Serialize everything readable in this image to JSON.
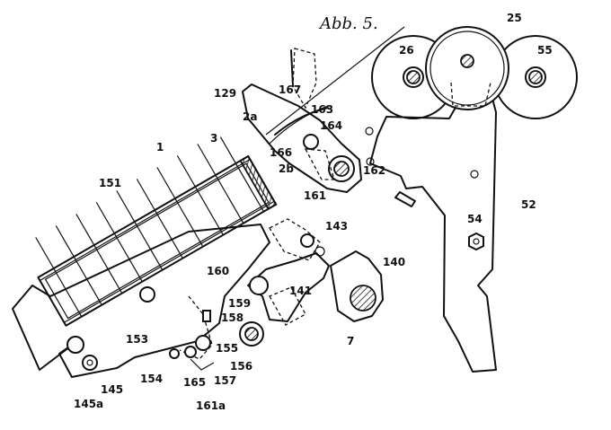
{
  "figure": {
    "title": "Abb. 5.",
    "labels": [
      {
        "id": "l25",
        "text": "25"
      },
      {
        "id": "l26",
        "text": "26"
      },
      {
        "id": "l55",
        "text": "55"
      },
      {
        "id": "l129",
        "text": "129"
      },
      {
        "id": "l167",
        "text": "167"
      },
      {
        "id": "l163",
        "text": "163"
      },
      {
        "id": "l2a",
        "text": "2a"
      },
      {
        "id": "l164",
        "text": "164"
      },
      {
        "id": "l1",
        "text": "1"
      },
      {
        "id": "l3",
        "text": "3"
      },
      {
        "id": "l166",
        "text": "166"
      },
      {
        "id": "l2b",
        "text": "2b"
      },
      {
        "id": "l162",
        "text": "162"
      },
      {
        "id": "l151",
        "text": "151"
      },
      {
        "id": "l161",
        "text": "161"
      },
      {
        "id": "l52",
        "text": "52"
      },
      {
        "id": "l54",
        "text": "54"
      },
      {
        "id": "l143",
        "text": "143"
      },
      {
        "id": "l140",
        "text": "140"
      },
      {
        "id": "l160",
        "text": "160"
      },
      {
        "id": "l141",
        "text": "141"
      },
      {
        "id": "l159",
        "text": "159"
      },
      {
        "id": "l158",
        "text": "158"
      },
      {
        "id": "l7",
        "text": "7"
      },
      {
        "id": "l153",
        "text": "153"
      },
      {
        "id": "l155",
        "text": "155"
      },
      {
        "id": "l156",
        "text": "156"
      },
      {
        "id": "l154",
        "text": "154"
      },
      {
        "id": "l165",
        "text": "165"
      },
      {
        "id": "l157",
        "text": "157"
      },
      {
        "id": "l145",
        "text": "145"
      },
      {
        "id": "l145a",
        "text": "145a"
      },
      {
        "id": "l161a",
        "text": "161a"
      }
    ]
  }
}
